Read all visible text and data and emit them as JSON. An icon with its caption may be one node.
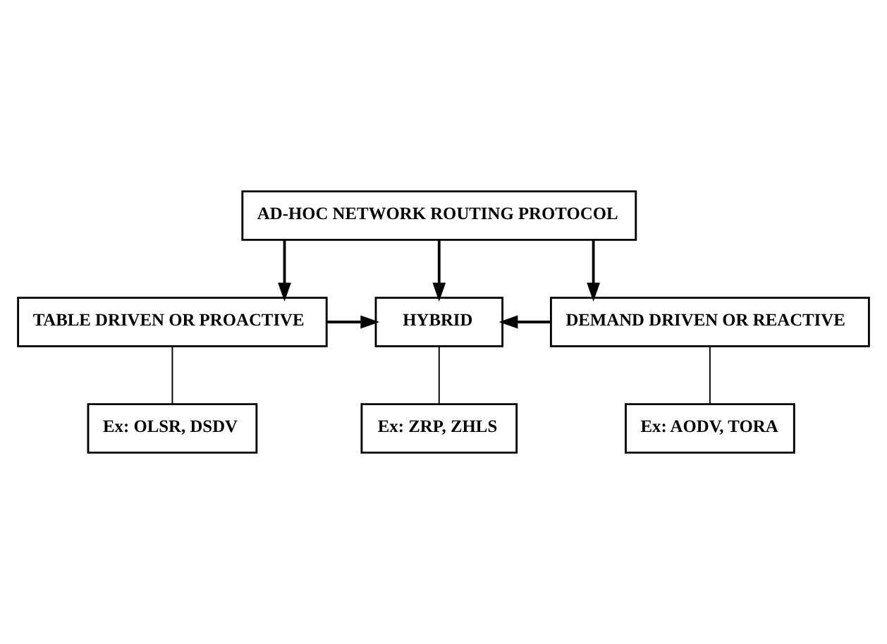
{
  "diagram": {
    "nodes": [
      {
        "text": [
          "AD-HOC NETWORK ROUTING PROTOCOL"
        ]
      },
      {
        "text": [
          "TABLE DRIVEN OR PROACTIVE"
        ]
      },
      {
        "text": [
          "HYBRID"
        ]
      },
      {
        "text": [
          "DEMAND DRIVEN OR REACTIVE"
        ]
      },
      {
        "text": [
          "Ex: OLSR, DSDV"
        ]
      },
      {
        "text": [
          "Ex: AODV, TORA"
        ]
      },
      {
        "text": [
          "Ex: ZRP, ZHLS"
        ]
      }
    ],
    "edges": [
      {
        "from": 0,
        "to": 1,
        "arrow": "to"
      },
      {
        "from": 0,
        "to": 2,
        "arrow": "to"
      },
      {
        "from": 0,
        "to": 3,
        "arrow": "to"
      },
      {
        "from": 1,
        "to": 2,
        "arrow": "to"
      },
      {
        "from": 3,
        "to": 2,
        "arrow": "to"
      },
      {
        "from": 1,
        "to": 4,
        "arrow": "none"
      },
      {
        "from": 3,
        "to": 5,
        "arrow": "none"
      },
      {
        "from": 2,
        "to": 6,
        "arrow": "none"
      }
    ]
  }
}
